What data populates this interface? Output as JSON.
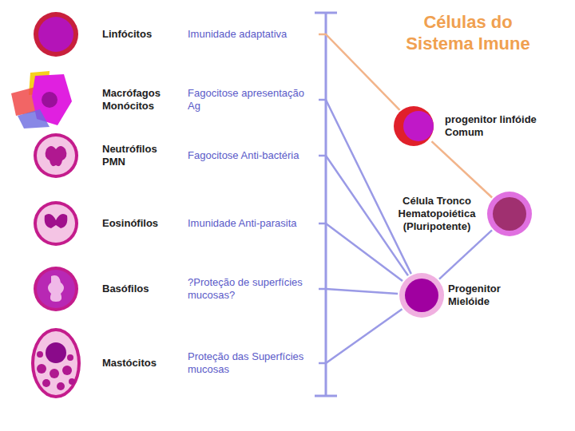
{
  "diagram": {
    "title": "Células do Sistema Imune",
    "nodes": [
      {
        "text": [
          "Linfócitos",
          "Imunidade adaptativa"
        ]
      },
      {
        "text": [
          "Macrófagos Monócitos",
          "Fagocitose apresentação Ag"
        ]
      },
      {
        "text": [
          "Neutrófilos PMN",
          "Fagocitose Anti-bactéria"
        ]
      },
      {
        "text": [
          "Eosinófilos",
          "Imunidade Anti-parasita"
        ]
      },
      {
        "text": [
          "Basófilos",
          "?Proteção de superfícies mucosas?"
        ]
      },
      {
        "text": [
          "Mastócitos",
          "Proteção das Superfícies mucosas"
        ]
      },
      {
        "text": [
          "progenitor linfóide Comum"
        ]
      },
      {
        "text": [
          "Célula Tronco Hematopoiética (Pluripotente)"
        ]
      },
      {
        "text": [
          "Progenitor Mielóide"
        ]
      }
    ],
    "edges": [
      {
        "from": 7,
        "to": 6,
        "arrow": "none"
      },
      {
        "from": 7,
        "to": 8,
        "arrow": "none"
      },
      {
        "from": 6,
        "to": 0,
        "arrow": "none"
      },
      {
        "from": 8,
        "to": 1,
        "arrow": "none"
      },
      {
        "from": 8,
        "to": 2,
        "arrow": "none"
      },
      {
        "from": 8,
        "to": 3,
        "arrow": "none"
      },
      {
        "from": 8,
        "to": 4,
        "arrow": "none"
      },
      {
        "from": 8,
        "to": 5,
        "arrow": "none"
      }
    ]
  }
}
